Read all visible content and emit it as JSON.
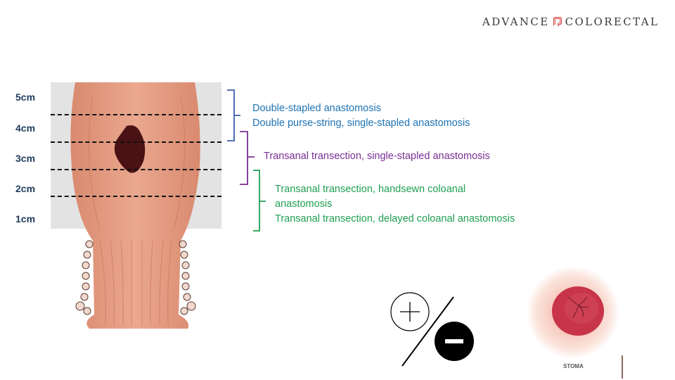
{
  "brand": {
    "left": "ADVANCE",
    "right": "COLORECTAL",
    "icon": "colon-icon",
    "icon_color": "#d9534f"
  },
  "diagram": {
    "scale_labels": [
      "5cm",
      "4cm",
      "3cm",
      "2cm",
      "1cm"
    ],
    "lesion": "tumor-mass",
    "dashed_lines_count": 4
  },
  "procedures": {
    "blue": {
      "color": "#1e73b4",
      "lines": [
        "Double-stapled anastomosis",
        "Double purse-string, single-stapled anastomosis"
      ]
    },
    "purple": {
      "color": "#7a2e94",
      "lines": [
        "Transanal transection, single-stapled anastomosis"
      ]
    },
    "green": {
      "color": "#1e9f52",
      "lines": [
        "Transanal transection, handsewn coloanal",
        "anastomosis",
        "Transanal transection, delayed coloanal anastomosis"
      ]
    }
  },
  "icons": {
    "plus_minus": "plus-minus-icon",
    "stoma_label": "STOMA"
  }
}
